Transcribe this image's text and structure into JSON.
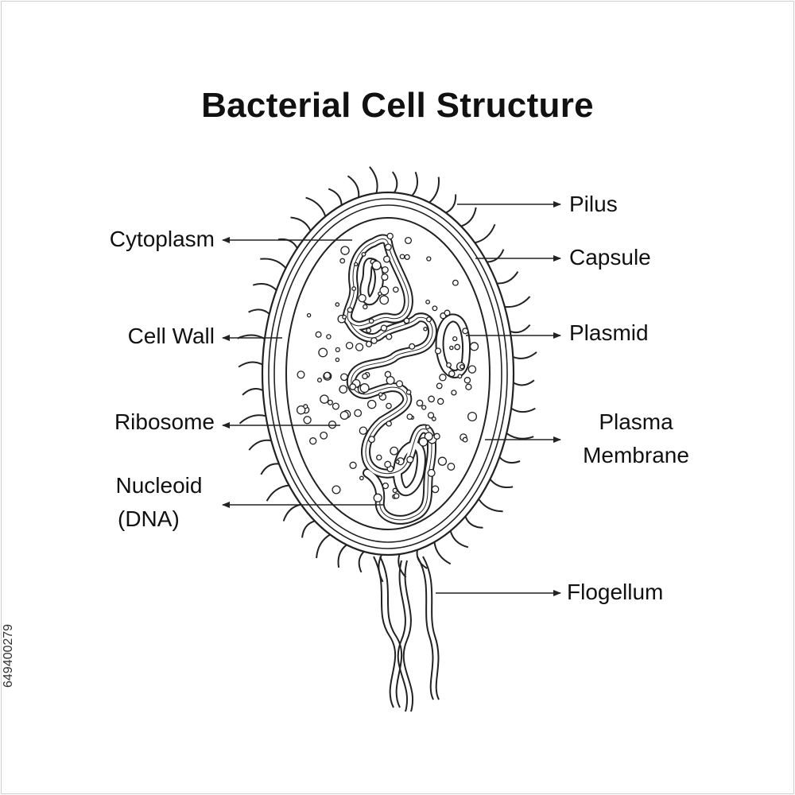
{
  "title": "Bacterial Cell Structure",
  "labels": {
    "pilus": "Pilus",
    "capsule": "Capsule",
    "plasmid": "Plasmid",
    "plasma_membrane_line1": "Plasma",
    "plasma_membrane_line2": "Membrane",
    "flogellum": "Flogellum",
    "cytoplasm": "Cytoplasm",
    "cell_wall": "Cell Wall",
    "ribosome": "Ribosome",
    "nucleoid_line1": "Nucleoid",
    "nucleoid_line2": "(DNA)"
  },
  "stock_id": "649400279",
  "colors": {
    "ink": "#111111",
    "line": "#222222",
    "background": "#ffffff"
  }
}
